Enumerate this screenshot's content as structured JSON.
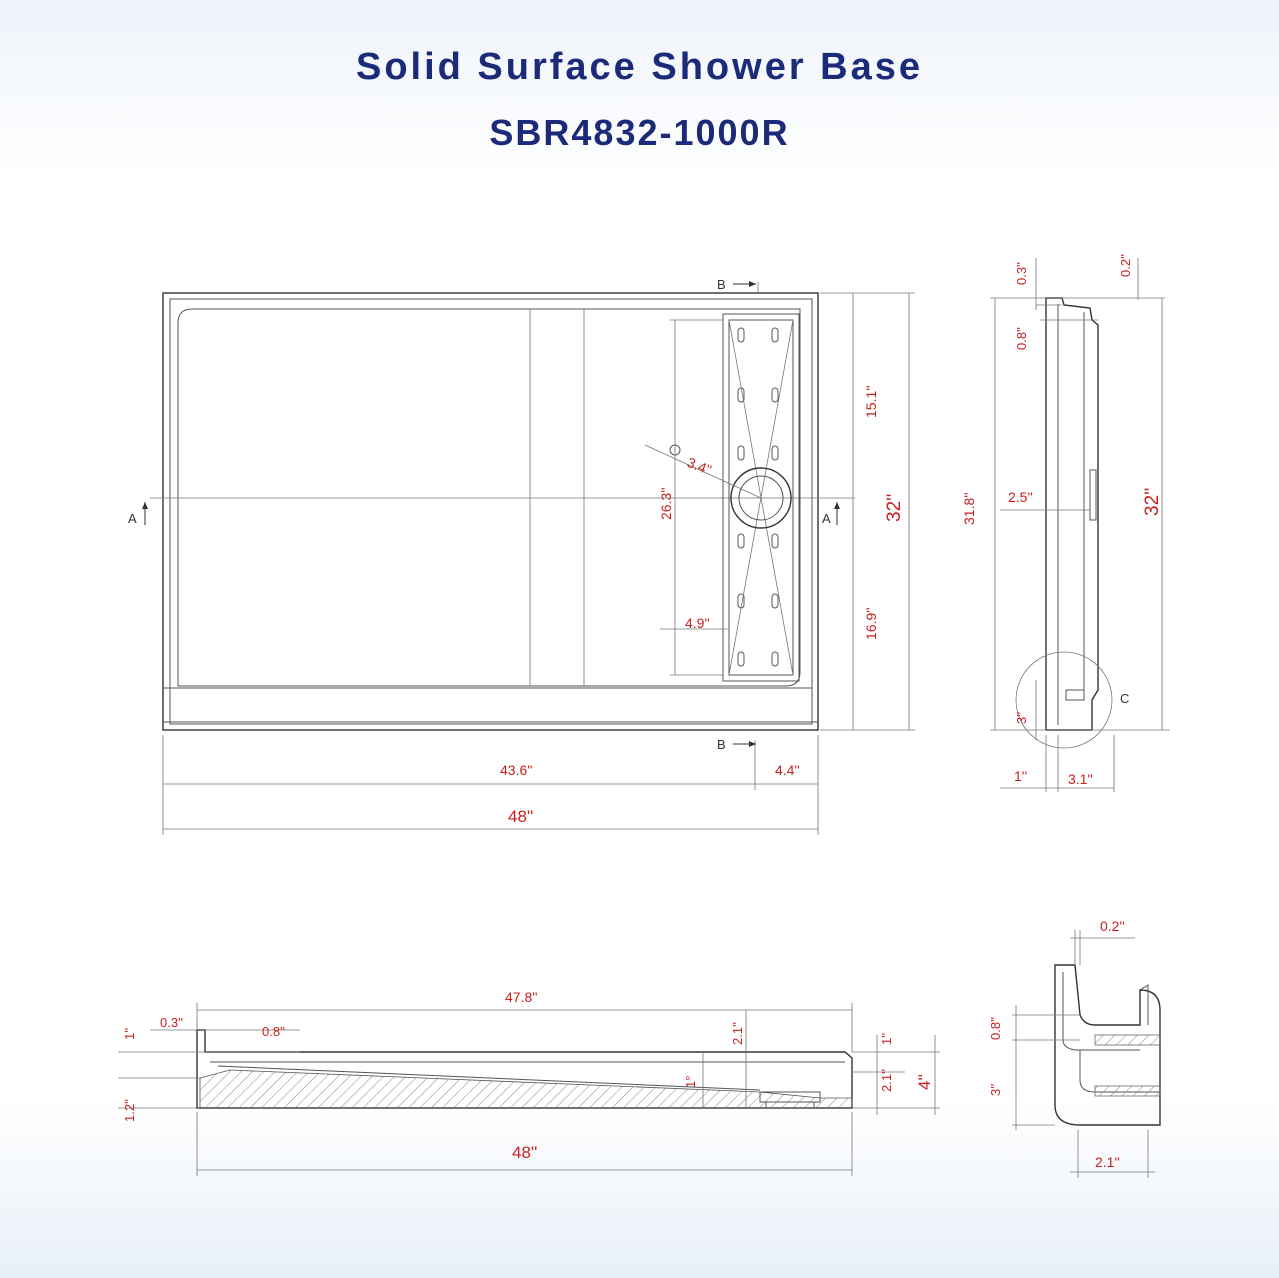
{
  "title": {
    "line1": "Solid Surface Shower Base",
    "line2": "SBR4832-1000R"
  },
  "colors": {
    "title": "#1c2a7a",
    "dimension_text": "#c8201e",
    "line": "#555555"
  },
  "section_labels": {
    "a": "A",
    "b": "B",
    "c": "C"
  },
  "top_view": {
    "overall_width": "48''",
    "width_left": "43.6''",
    "width_right": "4.4''",
    "overall_depth": "32''",
    "depth_upper": "15.1''",
    "depth_lower": "16.9''",
    "drain_length": "26.3''",
    "drain_diameter": "3.4''",
    "drain_width": "4.9''"
  },
  "side_view": {
    "top_offset": "0.3''",
    "top_offset_right": "0.2''",
    "lip_height": "0.8''",
    "inner_depth": "31.8''",
    "overall_depth": "32''",
    "drain_offset": "2.5''",
    "height": "3''",
    "lip_width": "1''",
    "base_width": "3.1''"
  },
  "front_view": {
    "inner_width": "47.8''",
    "overall_width": "48''",
    "left_rim": "0.3''",
    "inner_rim": "0.8''",
    "top_height": "1''",
    "side_height": "1.2''",
    "drain_depth": "2.1''",
    "slope": "1°",
    "right_rim": "1''",
    "right_depth": "2.1''",
    "overall_height": "4''"
  },
  "detail_c": {
    "top_offset": "0.2''",
    "lip_height": "0.8''",
    "height": "3''",
    "base_width": "2.1''"
  }
}
